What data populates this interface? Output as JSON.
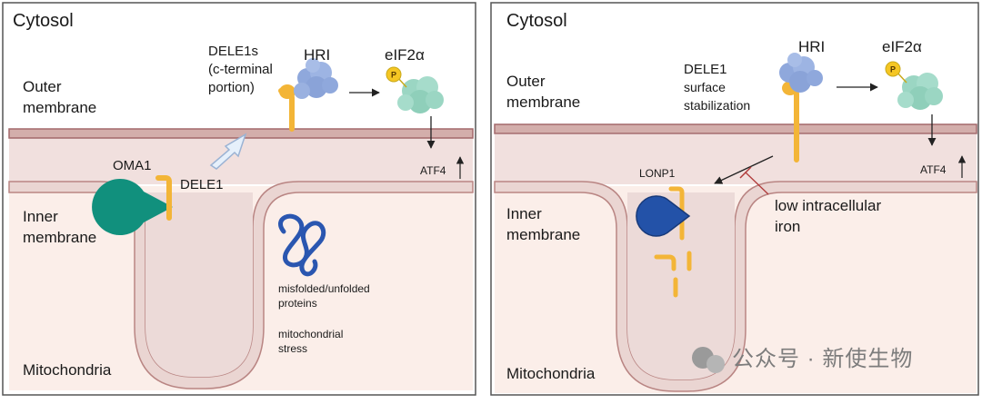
{
  "left_panel": {
    "compartment_top": "Cytosol",
    "outer_membrane": [
      "Outer",
      "membrane"
    ],
    "inner_membrane": [
      "Inner",
      "membrane"
    ],
    "compartment_bottom": "Mitochondria",
    "protease": "OMA1",
    "dele1": "DELE1",
    "dele1s": [
      "DELE1s",
      "(c-terminal",
      "portion)"
    ],
    "kinase": "HRI",
    "substrate": "eIF2α",
    "phospho": "P",
    "downstream": "ATF4",
    "misfolded": [
      "misfolded/unfolded",
      "proteins"
    ],
    "stress": [
      "mitochondrial",
      "stress"
    ]
  },
  "right_panel": {
    "compartment_top": "Cytosol",
    "outer_membrane": [
      "Outer",
      "membrane"
    ],
    "inner_membrane": [
      "Inner",
      "membrane"
    ],
    "compartment_bottom": "Mitochondria",
    "dele1_surface": [
      "DELE1",
      "surface",
      "stabilization"
    ],
    "kinase": "HRI",
    "substrate": "eIF2α",
    "phospho": "P",
    "downstream": "ATF4",
    "protease": "LONP1",
    "iron": [
      "low intracellular",
      "iron"
    ]
  },
  "watermark": "公众号 · 新使生物",
  "colors": {
    "membrane_fill": "#ead5d2",
    "membrane_line": "#a3696b",
    "ims_fill": "#f1e0de",
    "matrix_fill": "#fbeee9",
    "oma1": "#11907d",
    "lonp1": "#2352a8",
    "dele1": "#f3b537",
    "hri": "#8fa8dc",
    "eif2a": "#9bd6c3",
    "misfolded": "#2a56b0",
    "phospho": "#f5c623",
    "inhibit": "#b03a3a"
  }
}
